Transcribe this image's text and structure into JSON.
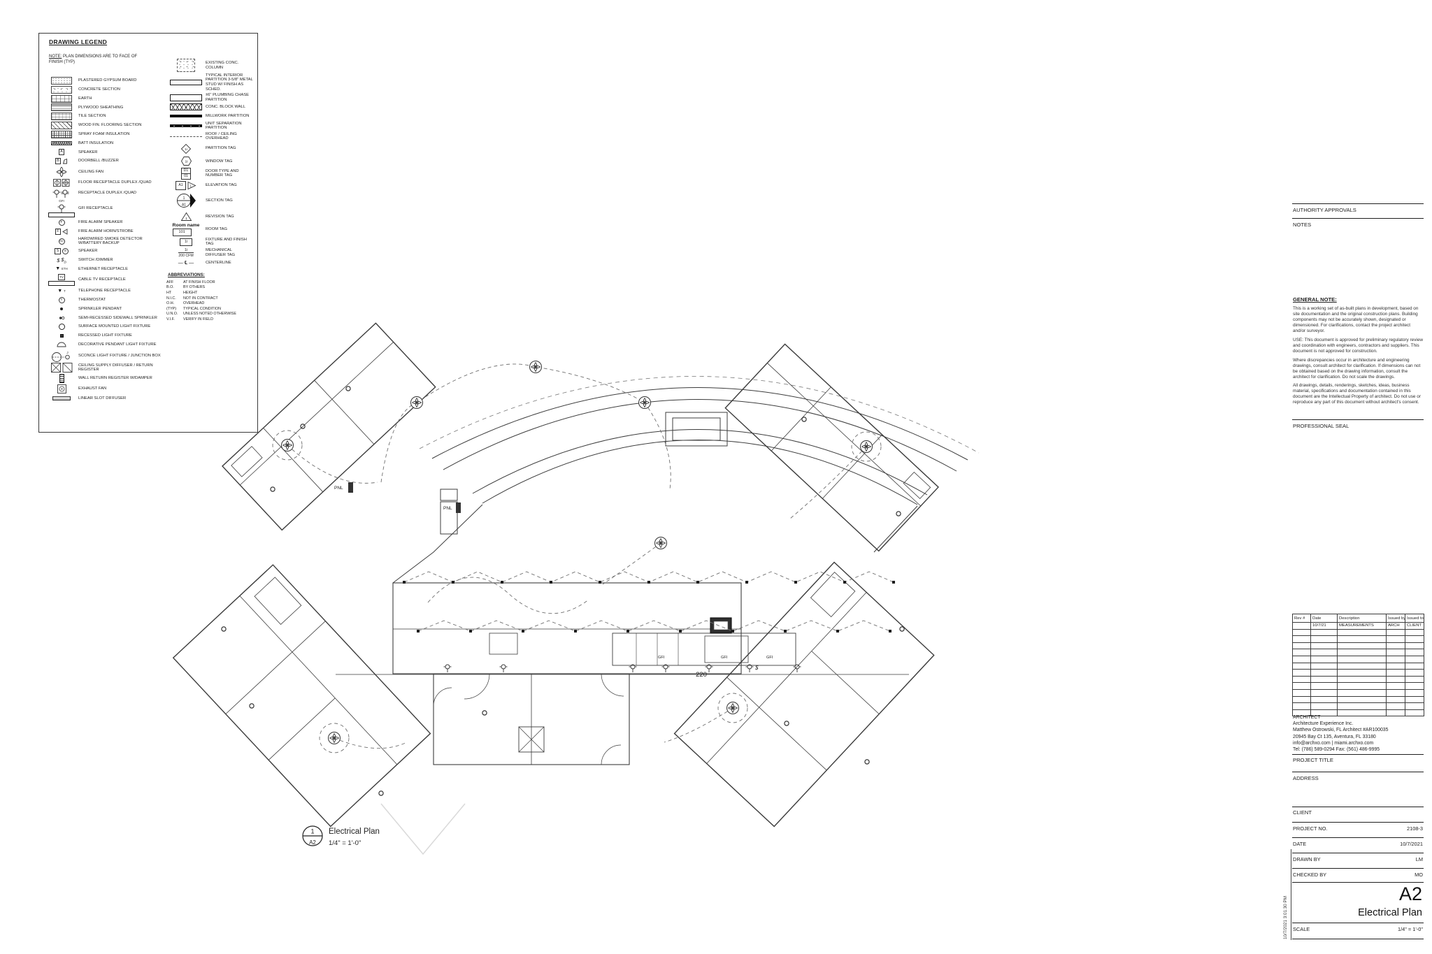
{
  "legend": {
    "title": "DRAWING LEGEND",
    "note_label": "NOTE:",
    "note_text": "PLAN DIMENSIONS ARE TO FACE OF FINISH (TYP)",
    "left_items": [
      {
        "label": "PLASTERED GYPSUM BOARD"
      },
      {
        "label": "CONCRETE SECTION"
      },
      {
        "label": "EARTH"
      },
      {
        "label": "PLYWOOD SHEATHING"
      },
      {
        "label": "TILE SECTION"
      },
      {
        "label": "WOOD FIN. FLOORING SECTION"
      },
      {
        "label": "SPRAY FOAM INSULATION"
      },
      {
        "label": "BATT INSULATION"
      },
      {
        "label": "SPEAKER"
      },
      {
        "label": "DOORBELL /BUZZER"
      },
      {
        "label": "CEILING FAN"
      },
      {
        "label": "FLOOR RECEPTACLE DUPLEX /QUAD"
      },
      {
        "label": "RECEPTACLE DUPLEX /QUAD"
      },
      {
        "label": "GFI RECEPTACLE"
      },
      {
        "label": "FIRE ALARM SPEAKER"
      },
      {
        "label": "FIRE ALARM HORN/STROBE"
      },
      {
        "label": "HARDWIRED SMOKE DETECTOR W/BATTERY BACKUP"
      },
      {
        "label": "SPEAKER"
      },
      {
        "label": "SWITCH /DIMMER"
      },
      {
        "label": "ETHERNET RECEPTACLE"
      },
      {
        "label": "CABLE TV RECEPTACLE"
      },
      {
        "label": "TELEPHONE RECEPTACLE"
      },
      {
        "label": "THERMOSTAT"
      },
      {
        "label": "SPRINKLER PENDANT"
      },
      {
        "label": "SEMI-RECESSED SIDEWALL SPRINKLER"
      },
      {
        "label": "SURFACE MOUNTED LIGHT FIXTURE"
      },
      {
        "label": "RECESSED LIGHT FIXTURE"
      },
      {
        "label": "DECORATIVE PENDANT LIGHT FIXTURE"
      },
      {
        "label": "SCONCE LIGHT FIXTURE / JUNCTION BOX"
      },
      {
        "label": "CEILING SUPPLY DIFFUSER / RETURN REGISTER"
      },
      {
        "label": "WALL RETURN REGISTER W/DAMPER"
      },
      {
        "label": "EXHAUST FAN"
      },
      {
        "label": "LINEAR SLOT DIFFUSER"
      }
    ],
    "right_items": [
      {
        "label": "EXISTING CONC. COLUMN"
      },
      {
        "label": "TYPICAL INTERIOR PARTITION 3-5/8\" METAL STUD W/ FINISH AS SCHED."
      },
      {
        "label": "±6\" PLUMBING CHASE PARTITION"
      },
      {
        "label": "CONC. BLOCK WALL"
      },
      {
        "label": "MILLWORK PARTITION"
      },
      {
        "label": "UNIT SEPARATION PARTITION"
      },
      {
        "label": "ROOF / CEILING OVERHEAD"
      },
      {
        "label": "PARTITION TAG"
      },
      {
        "label": "WINDOW TAG"
      },
      {
        "label": "DOOR TYPE AND NUMBER TAG"
      },
      {
        "label": "ELEVATION TAG"
      },
      {
        "label": "SECTION TAG"
      },
      {
        "label": "REVISION TAG"
      },
      {
        "label": "ROOM TAG"
      },
      {
        "label": "FIXTURE AND FINISH TAG"
      },
      {
        "label": "MECHANICAL DIFFUSER TAG"
      },
      {
        "label": "CENTERLINE"
      }
    ],
    "sym": {
      "speaker_a": "A",
      "doorbell_b": "B",
      "fire_f": "F",
      "horn_f": "F",
      "smoke": "SD",
      "speaker_s1": "S",
      "speaker_s2": "S",
      "switch": "$",
      "dimmer_sub": "D",
      "eth": "ETH",
      "tv": "TV",
      "tel_sub": "T",
      "thermostat": "T",
      "gfi": "GFI",
      "jbox": "J"
    },
    "tags": {
      "partition": "1i",
      "window": "1t",
      "door_top": "D1",
      "door_bottom": "01",
      "elevation": "A1",
      "elevation_num": "1",
      "section_top": "1",
      "section_bottom": "A1",
      "revision": "1",
      "room_name": "Room name",
      "room_number": "101",
      "fixture": "1i",
      "diffuser_top": "1i",
      "diffuser_bottom": "200 CFM",
      "centerline_sym": "— ℄ —"
    },
    "abbreviations_title": "ABBREVIATIONS:",
    "abbreviations": [
      {
        "a": "AFF",
        "m": "AT FINISH FLOOR"
      },
      {
        "a": "B.O.",
        "m": "BY OTHERS"
      },
      {
        "a": "HT",
        "m": "HEIGHT"
      },
      {
        "a": "N.I.C.",
        "m": "NOT IN CONTRACT"
      },
      {
        "a": "O.H.",
        "m": "OVERHEAD"
      },
      {
        "a": "(TYP)",
        "m": "TYPICAL CONDITION"
      },
      {
        "a": "U.N.O.",
        "m": "UNLESS NOTED OTHERWISE"
      },
      {
        "a": "V.I.F.",
        "m": "VERIFY IN FIELD"
      }
    ]
  },
  "plan": {
    "labels": {
      "gfi": "GFI",
      "circuit": "220",
      "panel": "PNL",
      "switch": "$"
    },
    "title_mark": {
      "detail_number": "1",
      "sheet_ref": "A2",
      "title": "Electrical Plan",
      "scale": "1/4\" = 1'-0\""
    }
  },
  "titleblock": {
    "authority": "AUTHORITY APPROVALS",
    "notes": "NOTES",
    "general_note_title": "GENERAL NOTE:",
    "general_note": {
      "paragraphs": [
        "This is a working set of as-built plans in development, based on site documentation and the original construction plans.  Building components may not be accurately shown, designated or dimensioned.  For clarifications, contact the project architect and/or surveyor.",
        "USE: This document is approved for preliminary regulatory review and coordination with engineers, contractors and suppliers.  This document is not approved for construction.",
        "Where discrepancies occur in architecture and engineering drawings, consult architect for clarification.  If dimensions can not be obtained based on the drawing information, consult the architect for clarification. Do not scale the drawings.",
        "All drawings, details, renderings, sketches, ideas, business material, specifications and documentation contained in this document are the Intellectual Property of architect.  Do not use or reproduce any part of this document without architect's consent."
      ]
    },
    "professional_seal": "PROFESSIONAL SEAL",
    "revision_table": {
      "headers": [
        "Rev #",
        "Date",
        "Description",
        "Issued by",
        "Issued to"
      ],
      "rows": [
        [
          "",
          "10/7/21",
          "MEASUREMENTS",
          "ARCH",
          "CLIENT"
        ]
      ],
      "empty_rows": 13
    },
    "architect": [
      "ARCHITECT",
      "Architecture Experience Inc.",
      "Matthew Ostrowski, FL Architect #AR100035",
      "20945 Bay Ct 135, Aventura, FL 33180",
      "info@archxo.com | miami.archxo.com",
      "Tel: (786) 589-0294 Fax: (561) 486-9995"
    ],
    "sections": {
      "project_title": "PROJECT TITLE",
      "address": "ADDRESS",
      "client": "CLIENT",
      "project_no_label": "PROJECT NO.",
      "project_no": "2108-3",
      "date_label": "DATE",
      "date": "10/7/2021",
      "drawn_by_label": "DRAWN BY",
      "drawn_by": "LM",
      "checked_by_label": "CHECKED BY",
      "checked_by": "MO",
      "sheet_number": "A2",
      "sheet_title": "Electrical Plan",
      "scale_label": "SCALE",
      "scale": "1/4\" = 1'-0\""
    },
    "timestamp": "10/7/2021 3:01:30 PM"
  }
}
